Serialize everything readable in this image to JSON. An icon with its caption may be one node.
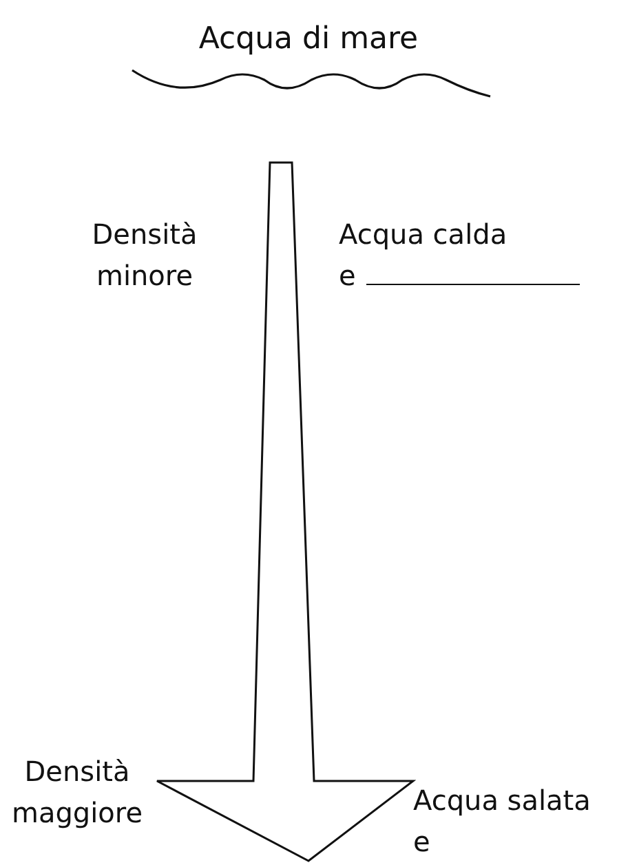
{
  "diagram": {
    "title": "Acqua di mare",
    "labels": [
      "Densità minore",
      "Acqua calda e",
      "Densità maggiore",
      "Acqua salata e"
    ]
  }
}
